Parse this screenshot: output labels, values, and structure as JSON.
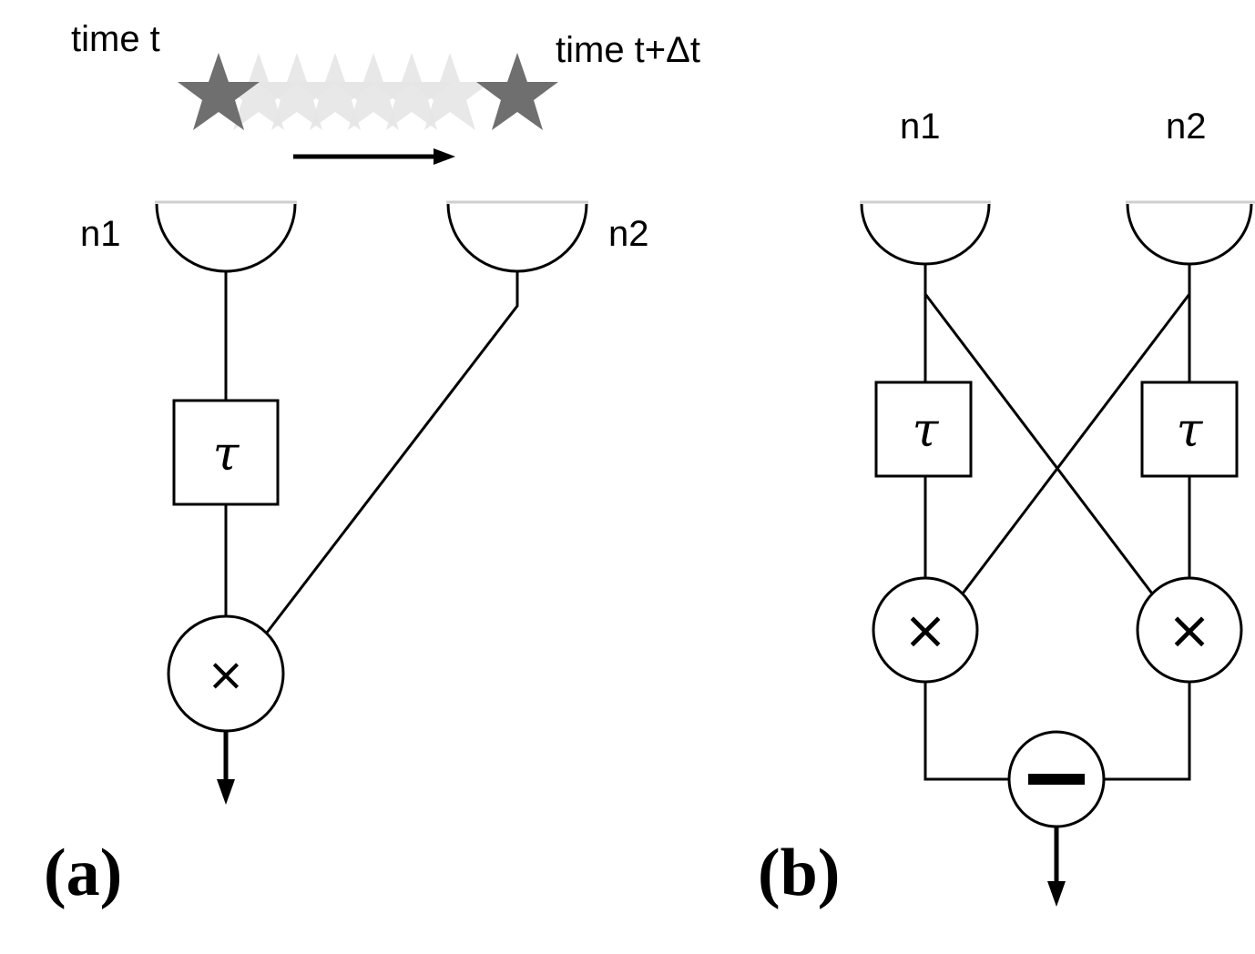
{
  "motion": {
    "time_start": "time t",
    "time_end": "time t+Δt",
    "star_color": "#6f6f6f",
    "ghost_color": "#e6e6e6"
  },
  "panel_a": {
    "label": "(a)",
    "n1": "n1",
    "n2": "n2",
    "delay": "τ",
    "multiply": "×"
  },
  "panel_b": {
    "label": "(b)",
    "n1": "n1",
    "n2": "n2",
    "delay_left": "τ",
    "delay_right": "τ",
    "multiply_left": "×",
    "multiply_right": "×"
  }
}
